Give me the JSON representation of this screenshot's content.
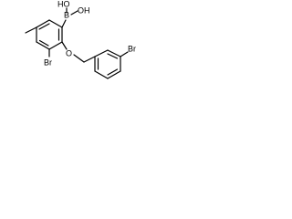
{
  "structure": {
    "labels": {
      "boron": "B",
      "hydroxyl_left": "HO",
      "hydroxyl_right": "OH",
      "bromine_ring": "Br",
      "oxygen_ether": "O",
      "bromine_benzyl": "Br"
    }
  }
}
